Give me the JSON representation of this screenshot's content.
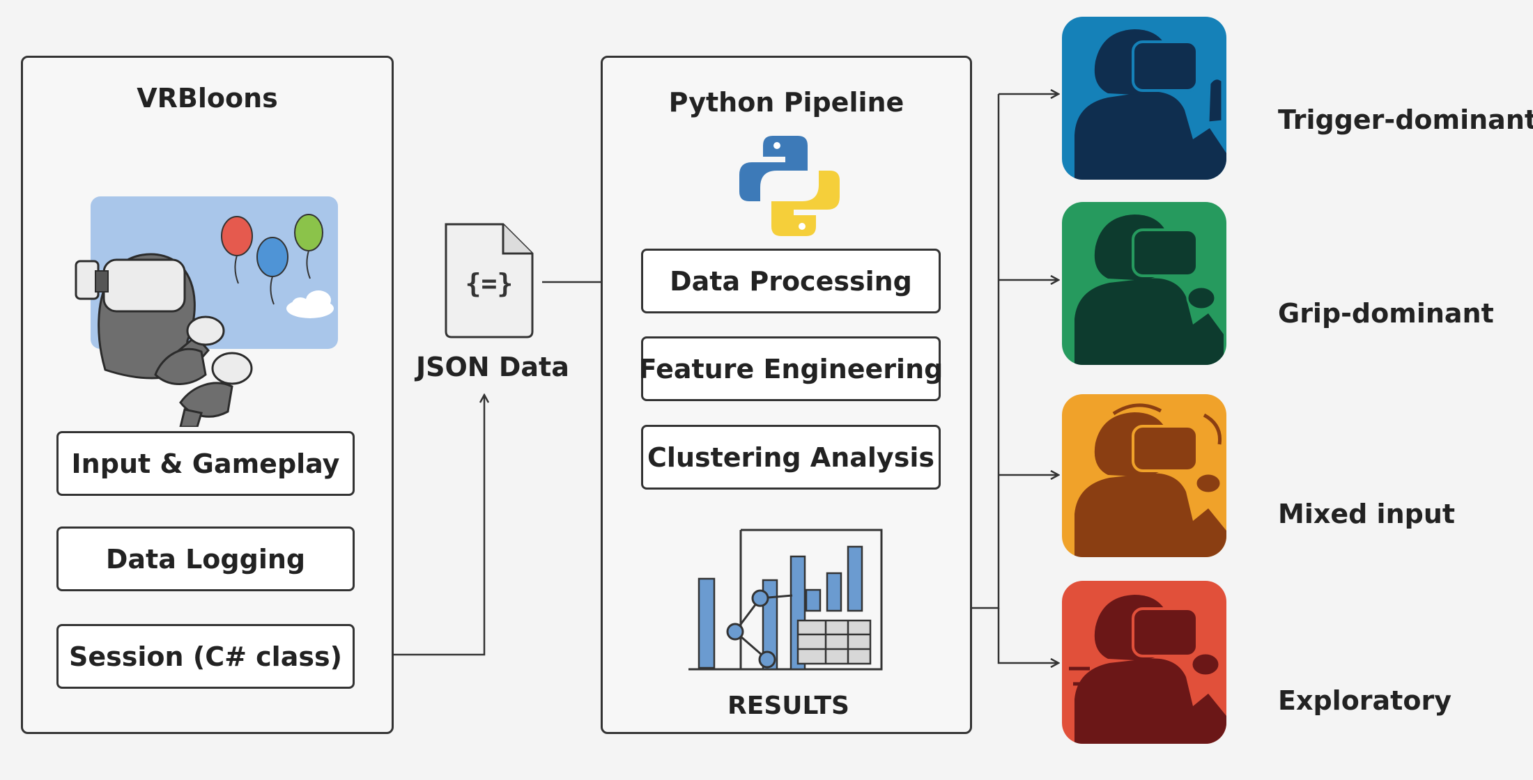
{
  "game": {
    "title": "VRBloons",
    "steps": [
      "Input & Gameplay",
      "Data Logging",
      "Session (C# class)"
    ]
  },
  "json_file": {
    "label": "JSON Data",
    "icon": "json-file-icon"
  },
  "pipeline": {
    "title": "Python Pipeline",
    "icon": "python-logo-icon",
    "steps": [
      "Data Processing",
      "Feature Engineering",
      "Clustering Analysis"
    ],
    "results_label": "RESULTS"
  },
  "profiles": [
    {
      "label": "Trigger-dominant",
      "color": "#1581b8"
    },
    {
      "label": "Grip-dominant",
      "color": "#269a5e"
    },
    {
      "label": "Mixed input",
      "color": "#f0a22a"
    },
    {
      "label": "Exploratory",
      "color": "#e1503a"
    }
  ],
  "colors": {
    "sky": "#a9c6ea",
    "balloon_red": "#e55a4e",
    "balloon_blue": "#4f94d6",
    "balloon_green": "#8bc34a",
    "python_blue": "#3d7ab8",
    "python_yellow": "#f5cf3a",
    "bar_blue": "#6b9bd0"
  }
}
